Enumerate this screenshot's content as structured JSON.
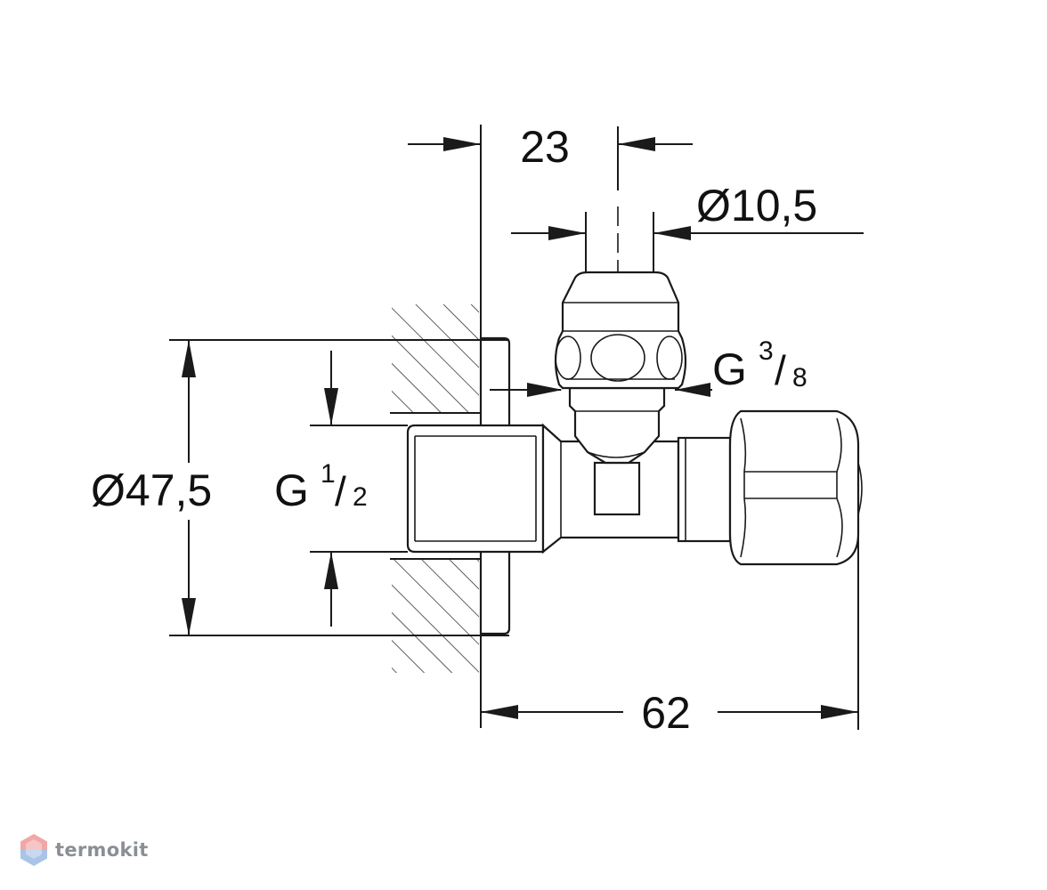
{
  "dimensions": {
    "top_width": "23",
    "outlet_diameter": "Ø10,5",
    "outlet_thread_g": "G",
    "outlet_thread_num": "3",
    "outlet_thread_den": "8",
    "flange_diameter": "Ø47,5",
    "inlet_thread_g": "G",
    "inlet_thread_num": "1",
    "inlet_thread_den": "2",
    "overall_length": "62"
  },
  "watermark": {
    "text": "termokit",
    "icon": "hexagon-logo-icon",
    "colors": {
      "top": "#f2a7a7",
      "bottom": "#a9c4e6",
      "text": "#8a8f96"
    }
  }
}
